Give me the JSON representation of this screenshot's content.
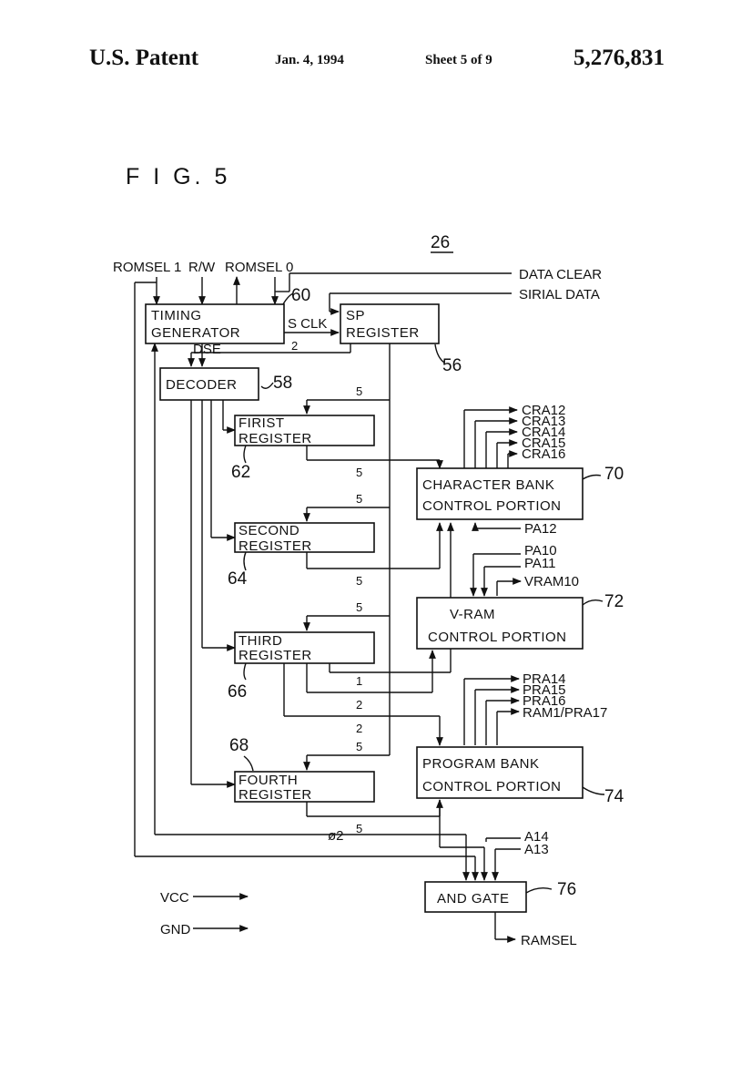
{
  "header": {
    "patent": "U.S. Patent",
    "date": "Jan. 4, 1994",
    "sheet": "Sheet 5 of 9",
    "number": "5,276,831"
  },
  "figure": {
    "label": "F I G. 5",
    "reference": "26"
  },
  "signals": {
    "romsel1": "ROMSEL 1",
    "rw": "R/W",
    "romsel0": "ROMSEL 0",
    "data_clear": "DATA CLEAR",
    "serial_data": "SIRIAL DATA",
    "sclk": "S CLK",
    "dse": "DSE",
    "phi2": "ø2",
    "cra12": "CRA12",
    "cra13": "CRA13",
    "cra14": "CRA14",
    "cra15": "CRA15",
    "cra16": "CRA16",
    "pa12": "PA12",
    "pa10": "PA10",
    "pa11": "PA11",
    "vram10": "VRAM10",
    "pra14": "PRA14",
    "pra15": "PRA15",
    "pra16": "PRA16",
    "ram1_pra17": "RAM1/PRA17",
    "a14": "A14",
    "a13": "A13",
    "ramsel": "RAMSEL",
    "vcc": "VCC",
    "gnd": "GND"
  },
  "blocks": {
    "timing_generator": {
      "line1": "TIMING",
      "line2": "GENERATOR",
      "ref": "60"
    },
    "sp_register": {
      "line1": "SP",
      "line2": "REGISTER",
      "ref": "56"
    },
    "decoder": {
      "line1": "DECODER",
      "ref": "58"
    },
    "first_register": {
      "line1": "FIRIST",
      "line2": "REGISTER",
      "ref": "62"
    },
    "second_register": {
      "line1": "SECOND",
      "line2": "REGISTER",
      "ref": "64"
    },
    "third_register": {
      "line1": "THIRD",
      "line2": "REGISTER",
      "ref": "66"
    },
    "fourth_register": {
      "line1": "FOURTH",
      "line2": "REGISTER",
      "ref": "68"
    },
    "character_bank": {
      "line1": "CHARACTER  BANK",
      "line2": "CONTROL  PORTION",
      "ref": "70"
    },
    "vram_control": {
      "line1": "V-RAM",
      "line2": "CONTROL  PORTION",
      "ref": "72"
    },
    "program_bank": {
      "line1": "PROGRAM  BANK",
      "line2": "CONTROL  PORTION",
      "ref": "74"
    },
    "and_gate": {
      "line1": "AND  GATE",
      "ref": "76"
    }
  },
  "bus_widths": {
    "sp_to_timing": "2",
    "first_in": "5",
    "first_out": "5",
    "second_in": "5",
    "second_out": "5",
    "third_in": "5",
    "third_out_a": "1",
    "third_out_b": "2",
    "third_out_c": "2",
    "fourth_in": "5",
    "fourth_out": "5"
  }
}
